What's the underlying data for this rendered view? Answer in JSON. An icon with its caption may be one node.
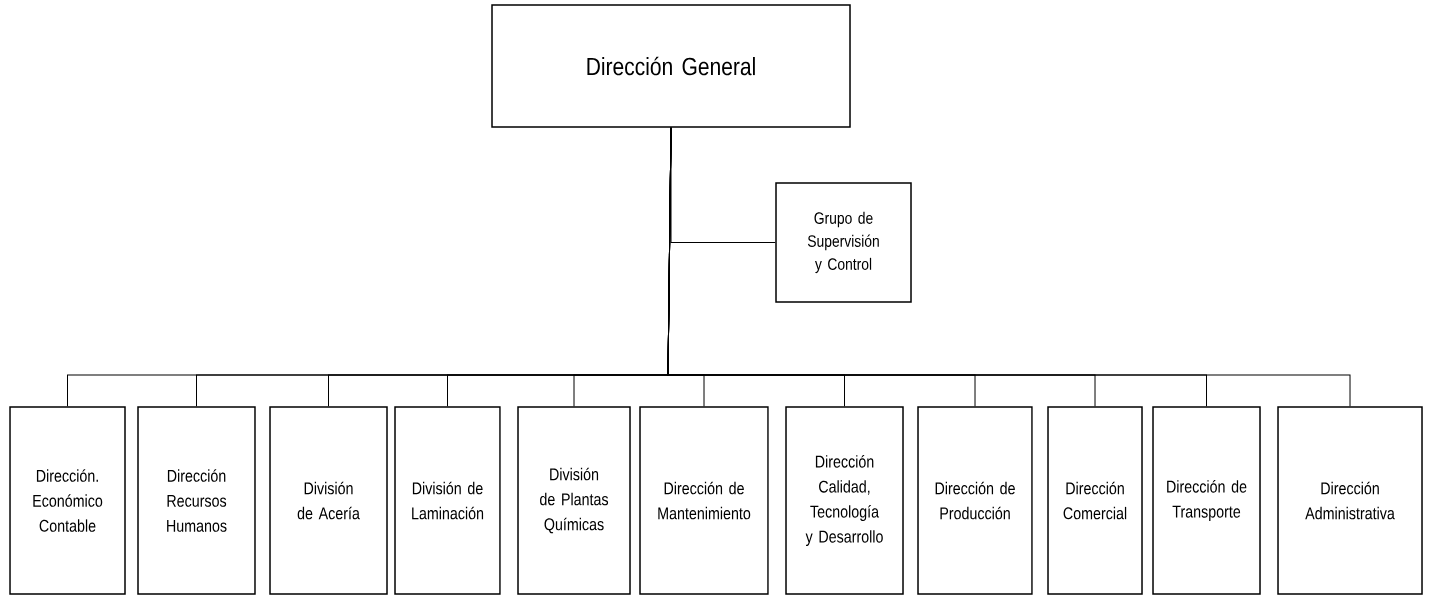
{
  "diagram": {
    "nodes": [
      {
        "text": [
          "Dirección General"
        ]
      },
      {
        "text": [
          "Grupo de Supervisión y Control"
        ]
      },
      {
        "text": [
          "Dirección. Económico Contable"
        ]
      },
      {
        "text": [
          "Dirección Recursos Humanos"
        ]
      },
      {
        "text": [
          "División de Acería"
        ]
      },
      {
        "text": [
          "División de Laminación"
        ]
      },
      {
        "text": [
          "División de Plantas Químicas"
        ]
      },
      {
        "text": [
          "Dirección de Mantenimiento"
        ]
      },
      {
        "text": [
          "Dirección Calidad, Tecnología y Desarrollo"
        ]
      },
      {
        "text": [
          "Dirección de Producción"
        ]
      },
      {
        "text": [
          "Dirección Comercial"
        ]
      },
      {
        "text": [
          "Dirección de Transporte"
        ]
      },
      {
        "text": [
          "Dirección Administrativa"
        ]
      }
    ],
    "edges": [
      {
        "from": 0,
        "to": 1,
        "arrow": "none"
      },
      {
        "from": 0,
        "to": 2,
        "arrow": "none"
      },
      {
        "from": 0,
        "to": 3,
        "arrow": "none"
      },
      {
        "from": 0,
        "to": 4,
        "arrow": "none"
      },
      {
        "from": 0,
        "to": 5,
        "arrow": "none"
      },
      {
        "from": 0,
        "to": 6,
        "arrow": "none"
      },
      {
        "from": 0,
        "to": 7,
        "arrow": "none"
      },
      {
        "from": 0,
        "to": 8,
        "arrow": "none"
      },
      {
        "from": 0,
        "to": 9,
        "arrow": "none"
      },
      {
        "from": 0,
        "to": 10,
        "arrow": "none"
      },
      {
        "from": 0,
        "to": 11,
        "arrow": "none"
      },
      {
        "from": 0,
        "to": 12,
        "arrow": "none"
      }
    ]
  }
}
